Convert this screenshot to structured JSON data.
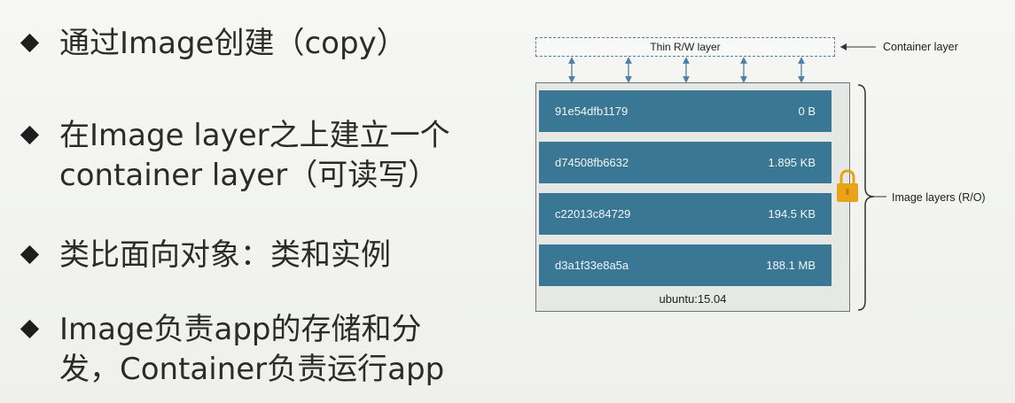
{
  "bullets": [
    {
      "text": "通过Image创建（copy）"
    },
    {
      "text": "在Image layer之上建立一个\ncontainer layer（可读写）"
    },
    {
      "text": "类比面向对象：类和实例"
    },
    {
      "text": "Image负责app的存储和分\n发，Container负责运行app"
    }
  ],
  "diagram": {
    "thin_layer_label": "Thin R/W layer",
    "container_layer_label": "Container layer",
    "image_layers_label": "Image layers (R/O)",
    "base_image_label": "ubuntu:15.04",
    "layers": [
      {
        "id": "91e54dfb1179",
        "size": "0 B"
      },
      {
        "id": "d74508fb6632",
        "size": "1.895 KB"
      },
      {
        "id": "c22013c84729",
        "size": "194.5 KB"
      },
      {
        "id": "d3a1f33e8a5a",
        "size": "188.1 MB"
      }
    ],
    "icons": {
      "lock": "lock-icon",
      "arrows": "double-arrow-icon"
    },
    "colors": {
      "layer_fill": "#3a7794",
      "lock": "#e8a317",
      "dashed_border": "#4d7fa8"
    }
  }
}
